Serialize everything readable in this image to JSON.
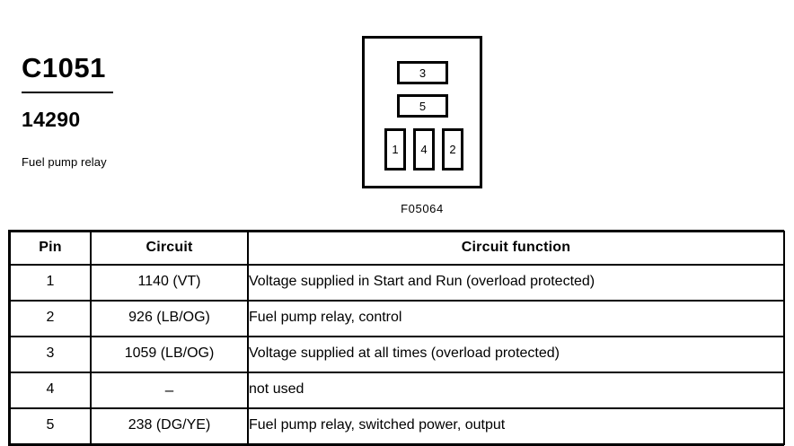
{
  "connector": {
    "id": "C1051",
    "part_number": "14290",
    "description": "Fuel pump relay",
    "figure_id": "F05064",
    "cavities": [
      {
        "label": "3",
        "shape": "wide"
      },
      {
        "label": "5",
        "shape": "wide"
      },
      {
        "label": "1",
        "shape": "tall"
      },
      {
        "label": "4",
        "shape": "tall"
      },
      {
        "label": "2",
        "shape": "tall"
      }
    ]
  },
  "pin_table": {
    "headers": [
      "Pin",
      "Circuit",
      "Circuit function"
    ],
    "rows": [
      {
        "pin": "1",
        "circuit": "1140 (VT)",
        "function": "Voltage supplied in Start and Run (overload protected)"
      },
      {
        "pin": "2",
        "circuit": "926 (LB/OG)",
        "function": "Fuel pump relay, control"
      },
      {
        "pin": "3",
        "circuit": "1059 (LB/OG)",
        "function": "Voltage supplied at all times (overload protected)"
      },
      {
        "pin": "4",
        "circuit": "–",
        "function": "not used"
      },
      {
        "pin": "5",
        "circuit": "238 (DG/YE)",
        "function": "Fuel pump relay, switched power, output"
      }
    ]
  },
  "colors": {
    "ink": "#000000",
    "paper": "#ffffff"
  }
}
